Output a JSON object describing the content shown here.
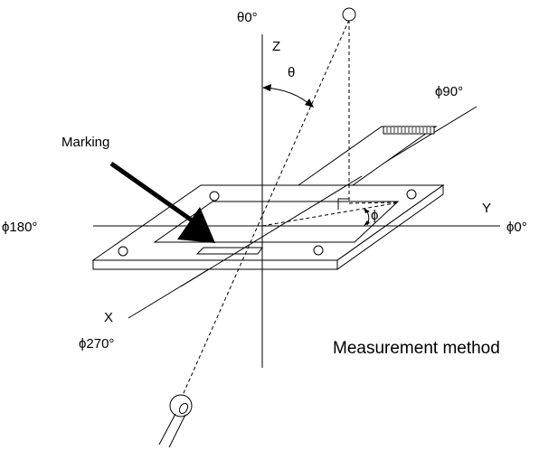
{
  "labels": {
    "theta0": "θ0°",
    "z": "Z",
    "theta": "θ",
    "phi90": "ϕ90°",
    "marking": "Marking",
    "y": "Y",
    "phi180": "ϕ180°",
    "phi0": "ϕ0°",
    "phi": "ϕ",
    "x": "X",
    "phi270": "ϕ270°",
    "caption": "Measurement method"
  }
}
